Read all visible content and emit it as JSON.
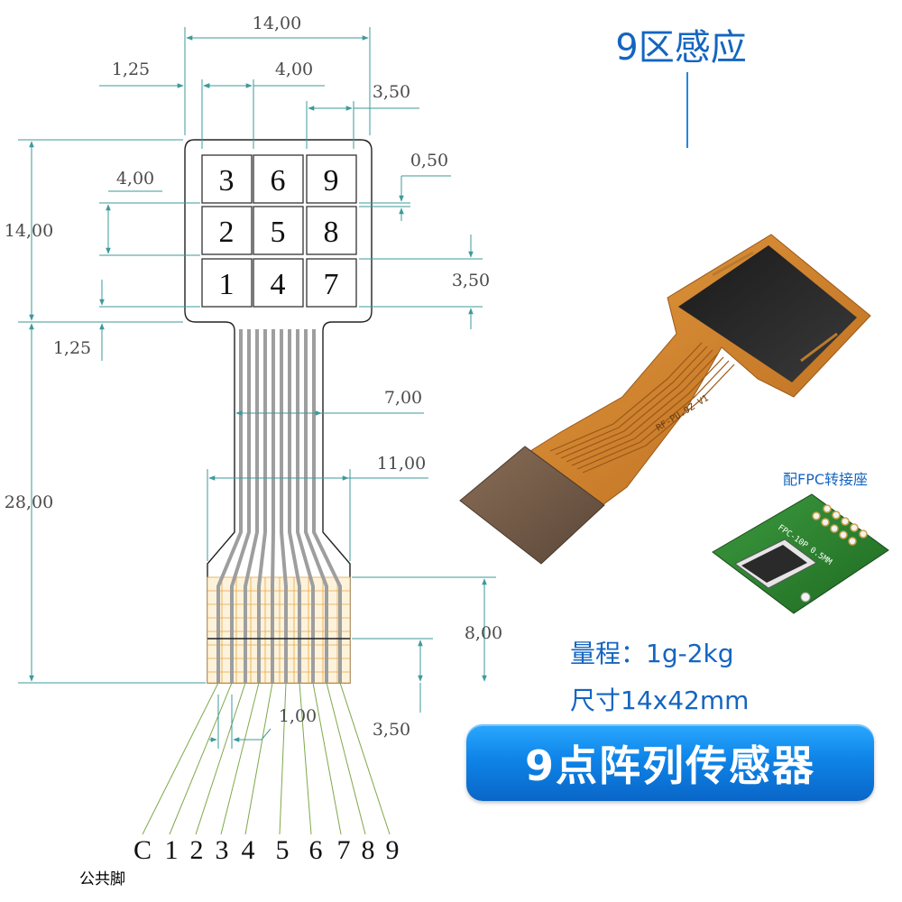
{
  "diagram": {
    "dimensions": {
      "overall_width": "14,00",
      "edge_margin_x": "1,25",
      "pad_pitch_x": "4,00",
      "pad_size_x": "3,50",
      "pad_gap": "0,50",
      "pad_pitch_y": "4,00",
      "overall_height_head": "14,00",
      "pad_size_y": "3,50",
      "edge_margin_y": "1,25",
      "neck_width": "7,00",
      "tail_width": "11,00",
      "tail_length": "28,00",
      "connector_length": "8,00",
      "pin_pitch": "1,00",
      "pin_length": "3,50"
    },
    "pad_grid": [
      [
        "3",
        "6",
        "9"
      ],
      [
        "2",
        "5",
        "8"
      ],
      [
        "1",
        "4",
        "7"
      ]
    ],
    "pin_labels": [
      "C",
      "1",
      "2",
      "3",
      "4",
      "5",
      "6",
      "7",
      "8",
      "9"
    ],
    "common_pin_label": "公共脚"
  },
  "product": {
    "zone_title": "9区感应",
    "fpc_adapter_caption": "配FPC转接座",
    "sensor_marking": "RF-PU.9Z V1",
    "adapter_marking": "FPC-10P 0.5MM",
    "spec_range": "量程：1g-2kg",
    "spec_size": "尺寸14x42mm",
    "title_banner": "9点阵列传感器"
  },
  "colors": {
    "accent": "#1565c0",
    "dimension_line": "#3e9a9a",
    "trace": "#9e9e9e",
    "connector_grid": "#e8a640",
    "pin_line": "#7ea84a",
    "fpc_copper": "#d4862c",
    "pcb_green": "#2e7d32"
  }
}
